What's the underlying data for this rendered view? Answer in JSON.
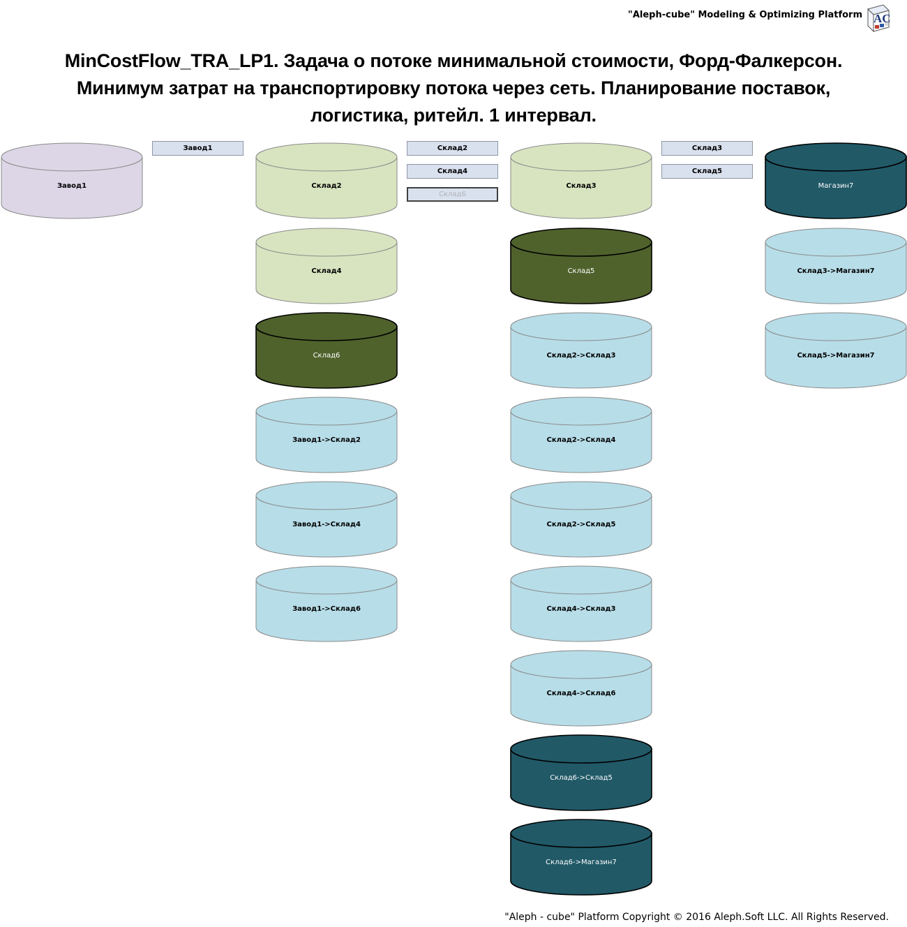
{
  "header": {
    "platform_name": "\"Aleph-cube\" Modeling & Optimizing Platform",
    "logo_text": "AC"
  },
  "title": {
    "line1": "MinCostFlow_TRA_LP1. Задача о потоке минимальной стоимости, Форд-Фалкерсон.",
    "line2": "Минимум затрат на транспортировку потока через сеть. Планирование поставок,",
    "line3": "логистика, ритейл. 1 интервал."
  },
  "tags": [
    {
      "label": "Завод1"
    },
    {
      "label": "Склад2"
    },
    {
      "label": "Склад4"
    },
    {
      "label": "Склад6"
    },
    {
      "label": "Склад3"
    },
    {
      "label": "Склад5"
    }
  ],
  "nodes": {
    "col1": [
      {
        "label": "Завод1",
        "fill": "#dcd6e6"
      }
    ],
    "col2": [
      {
        "label": "Склад2",
        "fill": "#d8e4c0"
      },
      {
        "label": "Склад4",
        "fill": "#d8e4c0"
      },
      {
        "label": "Склад6",
        "fill": "#4f622c"
      },
      {
        "label": "Завод1->Склад2",
        "fill": "#b7dde8"
      },
      {
        "label": "Завод1->Склад4",
        "fill": "#b7dde8"
      },
      {
        "label": "Завод1->Склад6",
        "fill": "#b7dde8"
      }
    ],
    "col3": [
      {
        "label": "Склад3",
        "fill": "#d8e4c0"
      },
      {
        "label": "Склад5",
        "fill": "#4f622c"
      },
      {
        "label": "Склад2->Склад3",
        "fill": "#b7dde8"
      },
      {
        "label": "Склад2->Склад4",
        "fill": "#b7dde8"
      },
      {
        "label": "Склад2->Склад5",
        "fill": "#b7dde8"
      },
      {
        "label": "Склад4->Склад3",
        "fill": "#b7dde8"
      },
      {
        "label": "Склад4->Склад6",
        "fill": "#b7dde8"
      },
      {
        "label": "Склад6->Склад5",
        "fill": "#215967"
      },
      {
        "label": "Склад6->Магазин7",
        "fill": "#215967"
      }
    ],
    "col4": [
      {
        "label": "Магазин7",
        "fill": "#215967"
      },
      {
        "label": "Склад3->Магазин7",
        "fill": "#b7dde8"
      },
      {
        "label": "Склад5->Магазин7",
        "fill": "#b7dde8"
      }
    ]
  },
  "footer": {
    "copyright": "\"Aleph - cube\" Platform Copyright © 2016 Aleph.Soft LLC. All Rights Reserved."
  }
}
